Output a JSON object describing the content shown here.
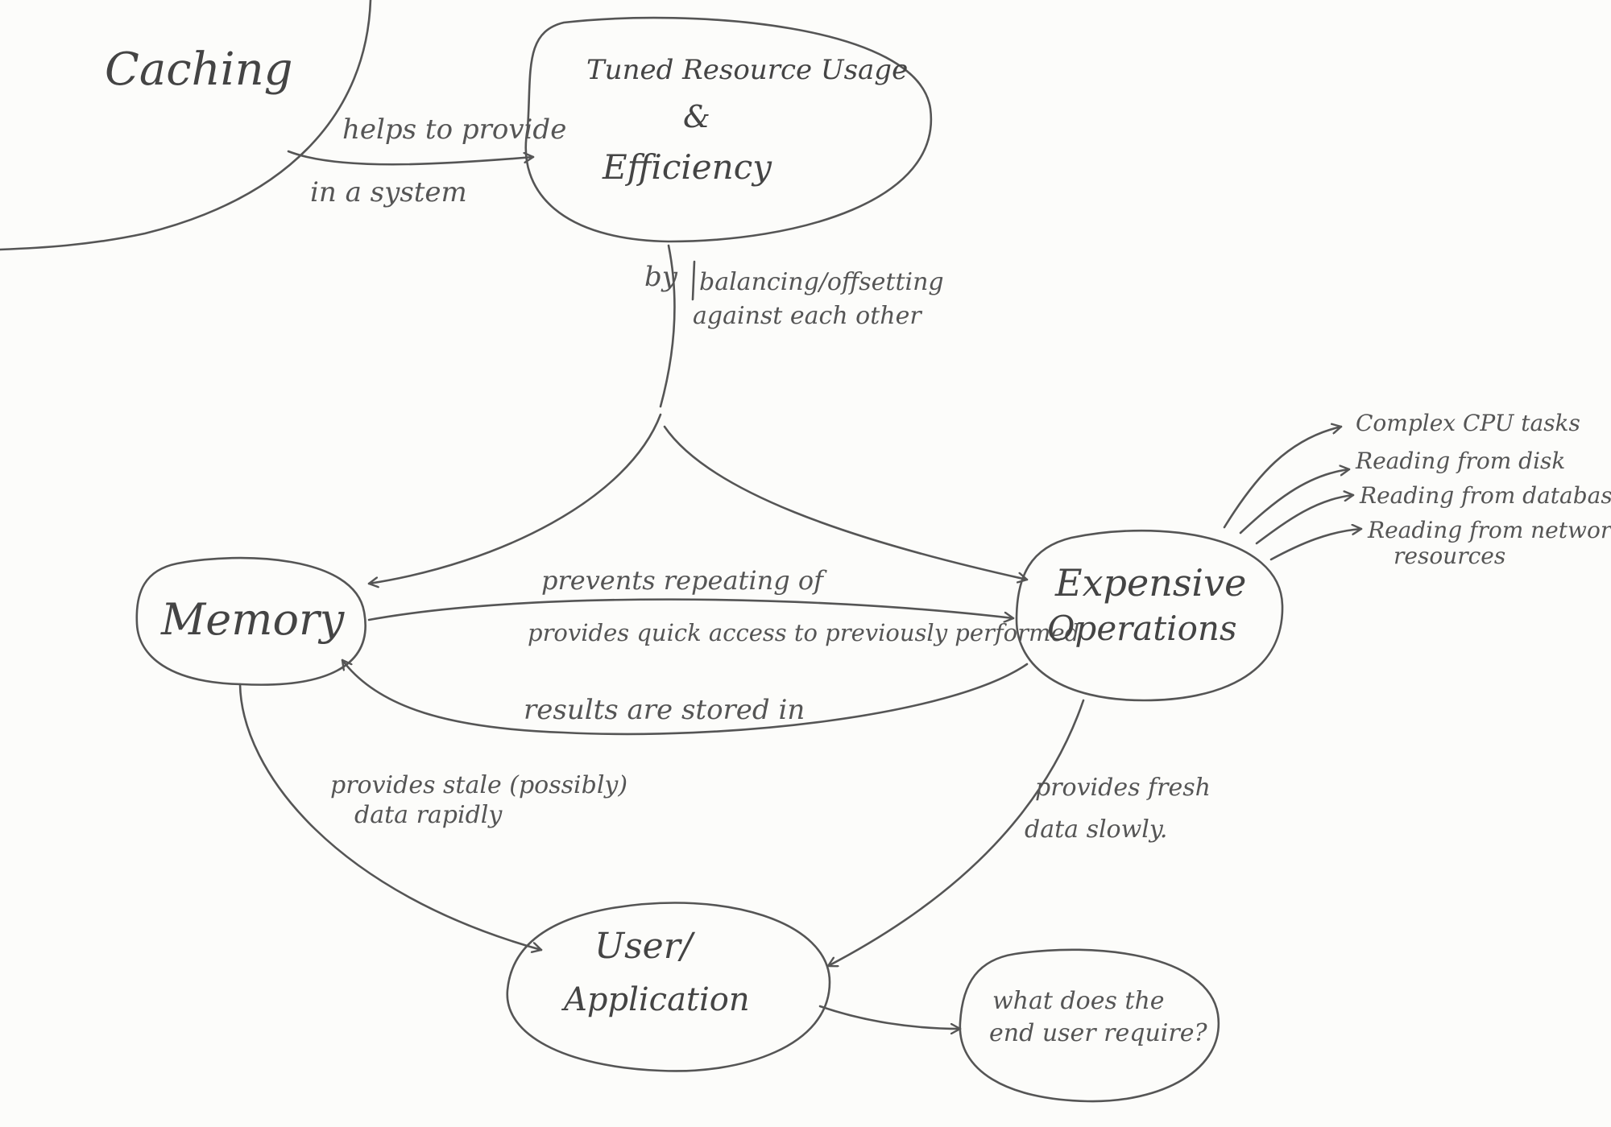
{
  "nodes": {
    "caching": "Caching",
    "tuned_line1": "Tuned Resource Usage",
    "tuned_line2": "&",
    "tuned_line3": "Efficiency",
    "memory": "Memory",
    "expensive_line1": "Expensive",
    "expensive_line2": "Operations",
    "user_line1": "User/",
    "user_line2": "Application",
    "question_line1": "what does the",
    "question_line2": "end user require?"
  },
  "edges": {
    "helps_to_provide": "helps to provide",
    "in_a_system": "in a system",
    "by": "by",
    "balancing_line1": "balancing/offsetting",
    "balancing_line2": "against each other",
    "prevents_repeating": "prevents repeating of",
    "provides_quick_access": "provides quick access to previously performed",
    "results_stored": "results are stored in",
    "stale_line1": "provides stale (possibly)",
    "stale_line2": "data rapidly",
    "fresh_line1": "provides fresh",
    "fresh_line2": "data slowly."
  },
  "expensive_examples": [
    "Complex CPU tasks",
    "Reading from disk",
    "Reading from databases",
    "Reading from network",
    "resources"
  ]
}
